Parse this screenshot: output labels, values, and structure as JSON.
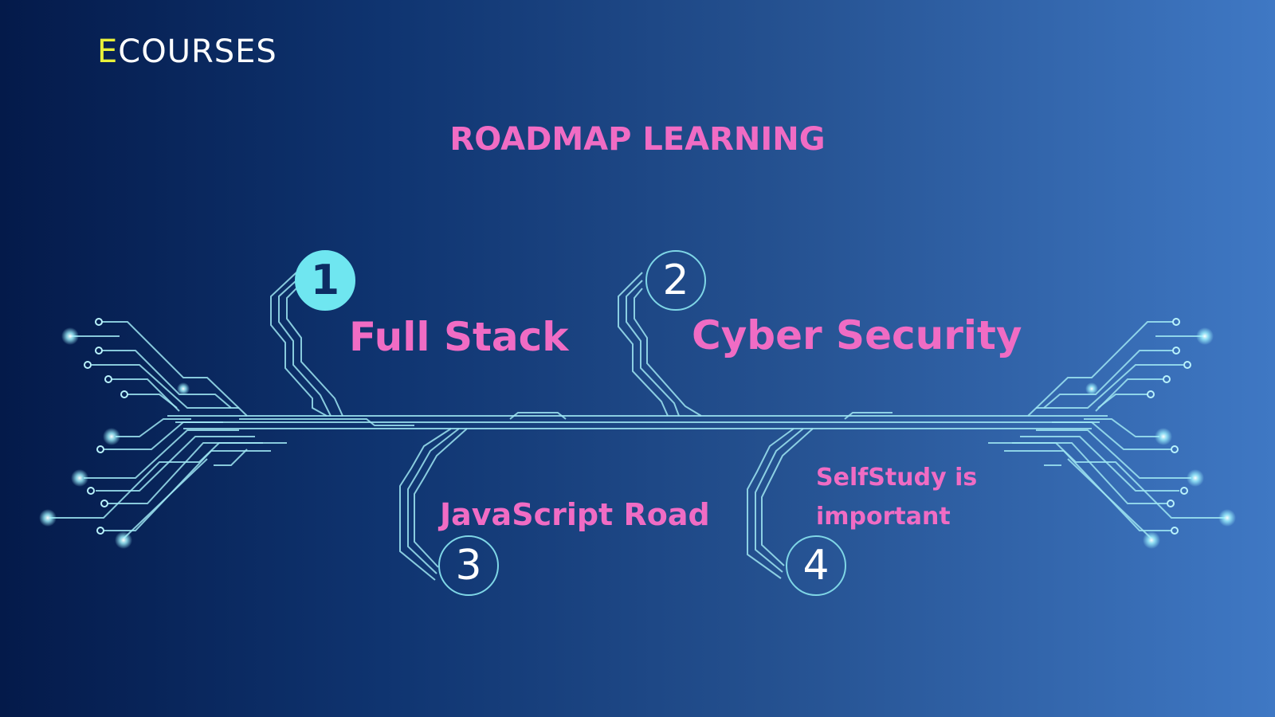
{
  "brand": {
    "first_letter": "E",
    "rest": "COURSES"
  },
  "title": "ROADMAP LEARNING",
  "steps": [
    {
      "number": "1",
      "label": "Full Stack",
      "active": true
    },
    {
      "number": "2",
      "label": "Cyber Security",
      "active": false
    },
    {
      "number": "3",
      "label": "JavaScript Road",
      "active": false
    },
    {
      "number": "4",
      "label": "SelfStudy is important",
      "active": false
    }
  ],
  "colors": {
    "accent_pink": "#f06cc4",
    "logo_yellow": "#e8f03a",
    "circuit_cyan": "#9fe6f2",
    "active_badge": "#6fe6f0",
    "bg_dark": "#041a4a",
    "bg_light": "#3f78c4"
  }
}
